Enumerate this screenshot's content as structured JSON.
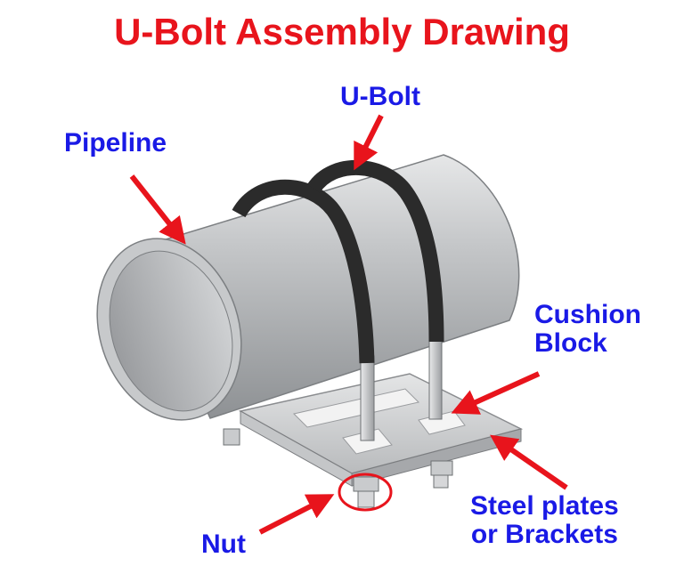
{
  "title": "U-Bolt Assembly Drawing",
  "labels": {
    "u_bolt": "U-Bolt",
    "pipeline": "Pipeline",
    "cushion_block_line1": "Cushion",
    "cushion_block_line2": "Block",
    "steel_line1": "Steel plates",
    "steel_line2": "or Brackets",
    "nut": "Nut"
  },
  "colors": {
    "title": "#e8141c",
    "label": "#1a1ae6",
    "arrow": "#e8141c",
    "pipe": "#b4b6b8",
    "bolt": "#2b2b2b",
    "plate": "#d0d2d3"
  }
}
